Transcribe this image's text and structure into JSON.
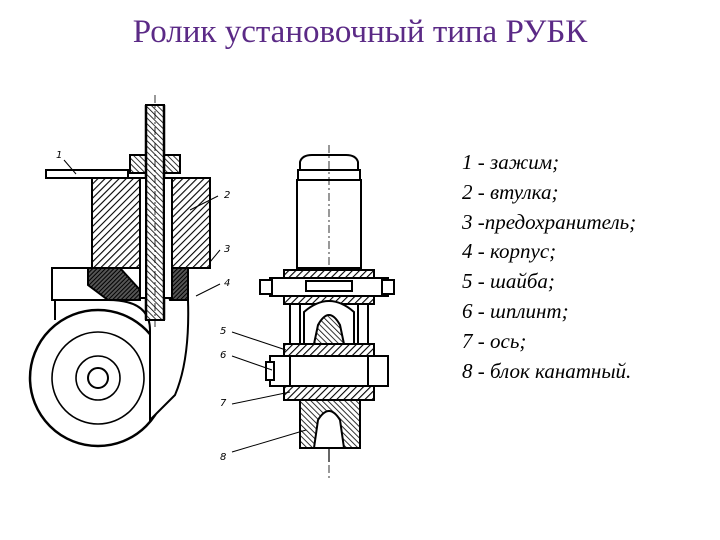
{
  "title": "Ролик установочный типа РУБК",
  "legend": [
    {
      "num": "1",
      "sep": " - ",
      "text": "зажим;"
    },
    {
      "num": "2",
      "sep": " - ",
      "text": "втулка;"
    },
    {
      "num": "3",
      "sep": " -",
      "text": "предохранитель;"
    },
    {
      "num": "4",
      "sep": " - ",
      "text": "корпус;"
    },
    {
      "num": "5",
      "sep": " - ",
      "text": "шайба;"
    },
    {
      "num": "6",
      "sep": " - ",
      "text": "шплинт;"
    },
    {
      "num": "7",
      "sep": " - ",
      "text": "ось;"
    },
    {
      "num": "8",
      "sep": " - ",
      "text": "блок канатный."
    }
  ],
  "callouts": {
    "c1": "1",
    "c2": "2",
    "c3": "3",
    "c4": "4",
    "c5": "5",
    "c6": "6",
    "c7": "7",
    "c8": "8"
  }
}
